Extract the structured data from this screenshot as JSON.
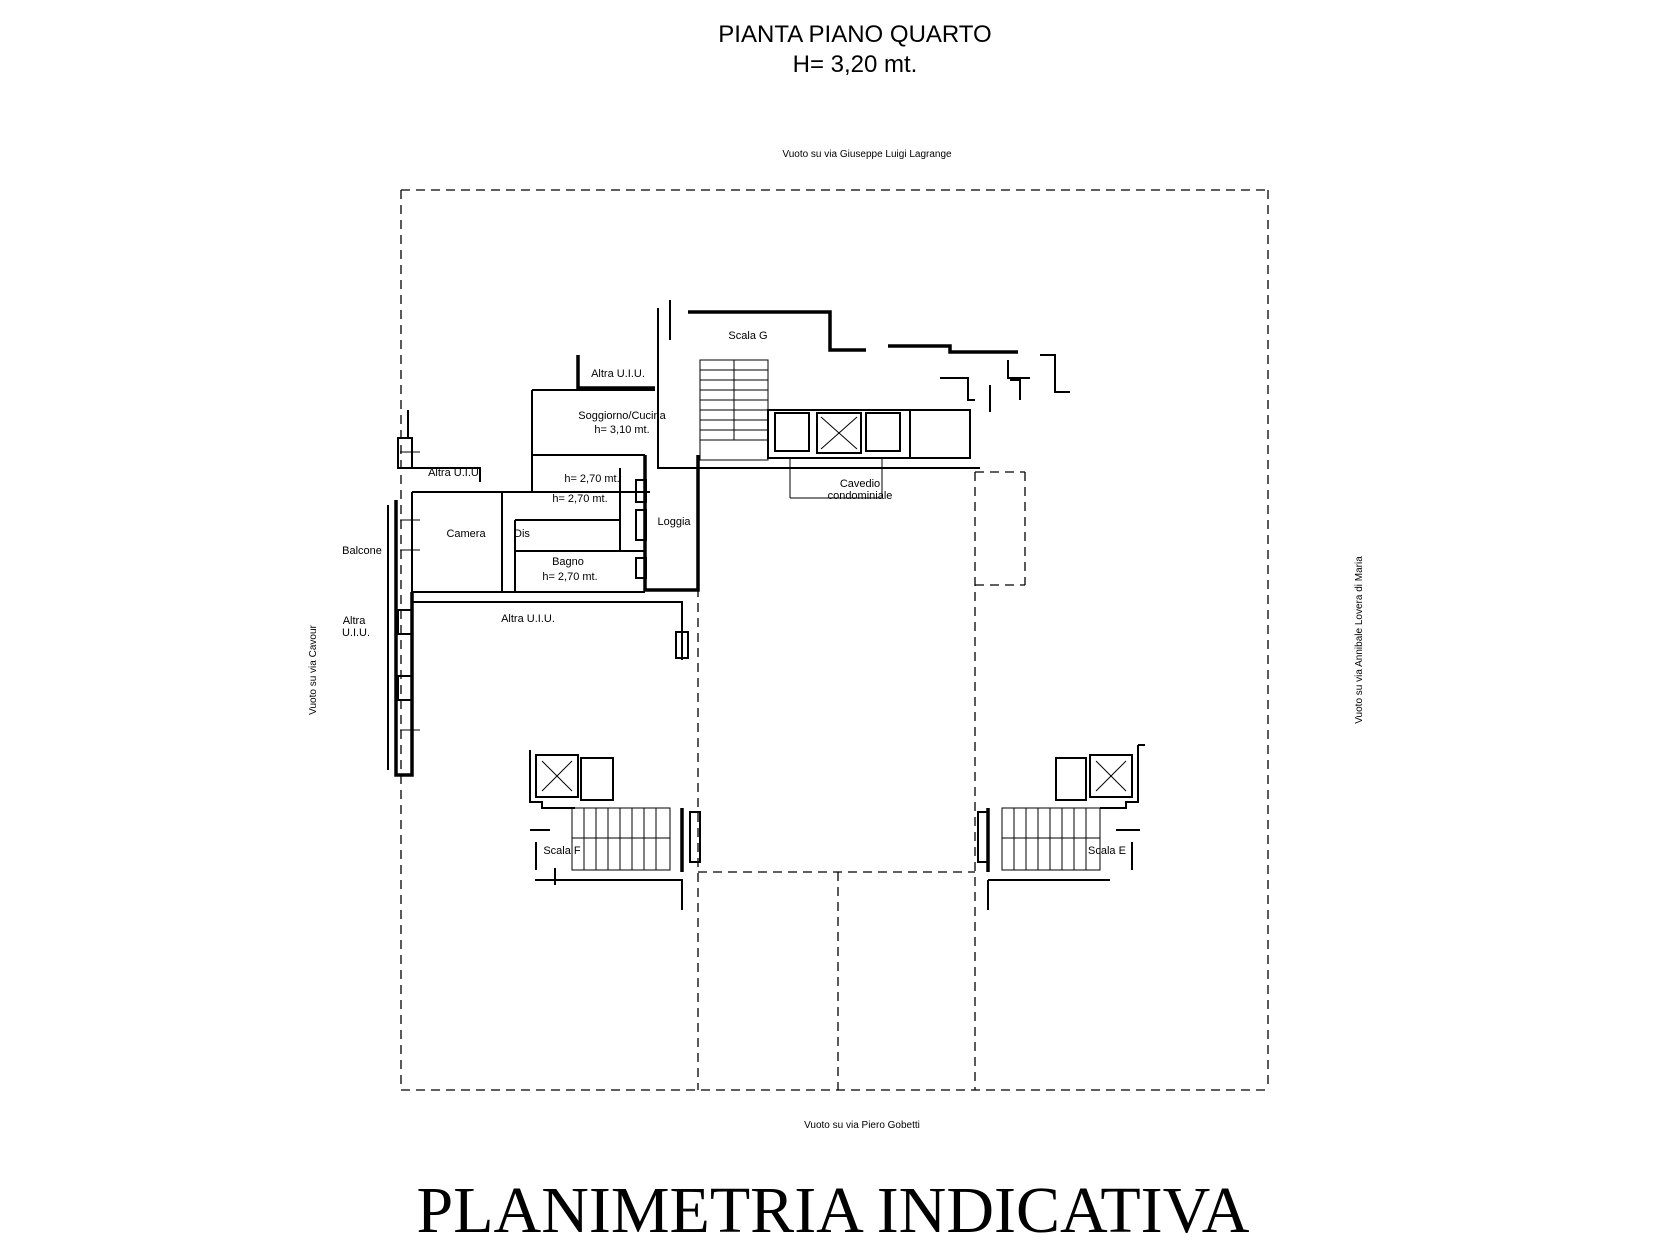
{
  "header": {
    "title": "PIANTA PIANO QUARTO",
    "height": "H= 3,20 mt."
  },
  "streets": {
    "top": "Vuoto su via Giuseppe Luigi Lagrange",
    "bottom": "Vuoto su via Piero Gobetti",
    "left": "Vuoto su via Cavour",
    "right": "Vuoto su via Annibale Lovera di Maria"
  },
  "rooms": {
    "altra_uiu_top": "Altra U.I.U.",
    "soggiorno": "Soggiorno/Cucina",
    "soggiorno_h": "h= 3,10 mt.",
    "altra_uiu_left": "Altra U.I.U.",
    "h_270_a": "h= 2,70 mt.",
    "h_270_b": "h= 2,70 mt.",
    "camera": "Camera",
    "dis": "Dis",
    "loggia": "Loggia",
    "bagno": "Bagno",
    "bagno_h": "h= 2,70 mt.",
    "balcone": "Balcone",
    "altra_uiu_side_1": "Altra",
    "altra_uiu_side_2": "U.I.U.",
    "altra_uiu_bottom": "Altra U.I.U.",
    "cavedio_1": "Cavedio",
    "cavedio_2": "condominiale"
  },
  "stairs": {
    "scala_g": "Scala G",
    "scala_f": "Scala F",
    "scala_e": "Scala E"
  },
  "watermark": "PLANIMETRIA INDICATIVA"
}
